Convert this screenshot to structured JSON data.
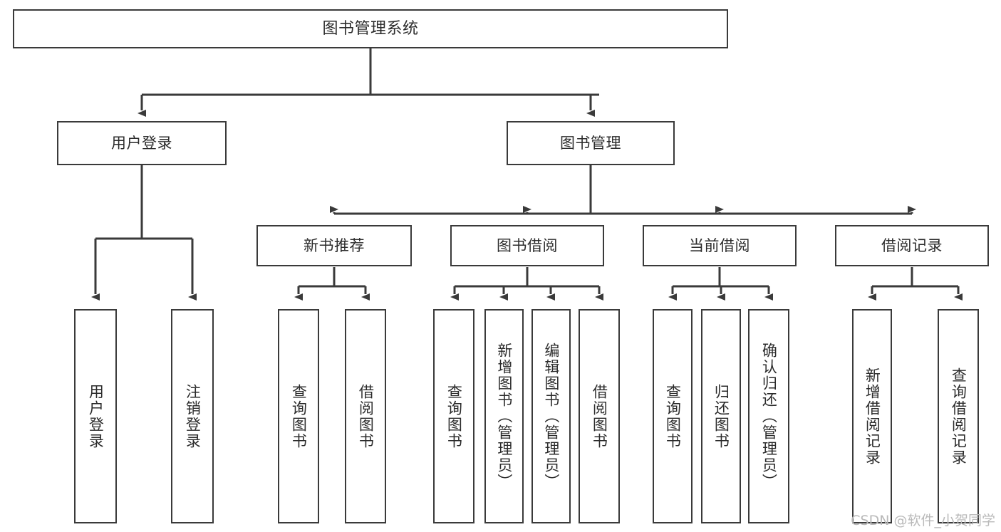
{
  "diagram": {
    "type": "tree-hierarchy-chart",
    "title": "图书管理系统",
    "watermark": "CSDN @软件_小贺同学",
    "colors": {
      "box_border": "#3a3a3a",
      "box_fill": "#ffffff",
      "connector": "#3a3a3a",
      "text": "#2b2b2b",
      "watermark": "#b9b9b9",
      "background": "#ffffff"
    },
    "nodes": {
      "root": {
        "label": "图书管理系统",
        "level": 0
      },
      "user_login": {
        "label": "用户登录",
        "level": 1
      },
      "book_manage": {
        "label": "图书管理",
        "level": 1
      },
      "new_book_rec": {
        "label": "新书推荐",
        "level": 2
      },
      "book_borrow": {
        "label": "图书借阅",
        "level": 2
      },
      "current_borrow": {
        "label": "当前借阅",
        "level": 2
      },
      "borrow_record": {
        "label": "借阅记录",
        "level": 2
      },
      "leaf_user_login": {
        "label": "用户登录",
        "level": 3
      },
      "leaf_logout": {
        "label": "注销登录",
        "level": 3
      },
      "leaf_query_book_1": {
        "label": "查询图书",
        "level": 3
      },
      "leaf_borrow_book_1": {
        "label": "借阅图书",
        "level": 3
      },
      "leaf_query_book_2": {
        "label": "查询图书",
        "level": 3
      },
      "leaf_add_book": {
        "label": "新增图书（管理员）",
        "level": 3
      },
      "leaf_edit_book": {
        "label": "编辑图书（管理员）",
        "level": 3
      },
      "leaf_borrow_book_2": {
        "label": "借阅图书",
        "level": 3
      },
      "leaf_query_book_3": {
        "label": "查询图书",
        "level": 3
      },
      "leaf_return_book": {
        "label": "归还图书",
        "level": 3
      },
      "leaf_confirm_return": {
        "label": "确认归还（管理员）",
        "level": 3
      },
      "leaf_add_record": {
        "label": "新增借阅记录",
        "level": 3
      },
      "leaf_query_record": {
        "label": "查询借阅记录",
        "level": 3
      }
    },
    "edges": [
      {
        "from": "root",
        "to": "user_login"
      },
      {
        "from": "root",
        "to": "book_manage"
      },
      {
        "from": "user_login",
        "to": "leaf_user_login"
      },
      {
        "from": "user_login",
        "to": "leaf_logout"
      },
      {
        "from": "book_manage",
        "to": "new_book_rec"
      },
      {
        "from": "book_manage",
        "to": "book_borrow"
      },
      {
        "from": "book_manage",
        "to": "current_borrow"
      },
      {
        "from": "book_manage",
        "to": "borrow_record"
      },
      {
        "from": "new_book_rec",
        "to": "leaf_query_book_1"
      },
      {
        "from": "new_book_rec",
        "to": "leaf_borrow_book_1"
      },
      {
        "from": "book_borrow",
        "to": "leaf_query_book_2"
      },
      {
        "from": "book_borrow",
        "to": "leaf_add_book"
      },
      {
        "from": "book_borrow",
        "to": "leaf_edit_book"
      },
      {
        "from": "book_borrow",
        "to": "leaf_borrow_book_2"
      },
      {
        "from": "current_borrow",
        "to": "leaf_query_book_3"
      },
      {
        "from": "current_borrow",
        "to": "leaf_return_book"
      },
      {
        "from": "current_borrow",
        "to": "leaf_confirm_return"
      },
      {
        "from": "borrow_record",
        "to": "leaf_add_record"
      },
      {
        "from": "borrow_record",
        "to": "leaf_query_record"
      }
    ]
  }
}
